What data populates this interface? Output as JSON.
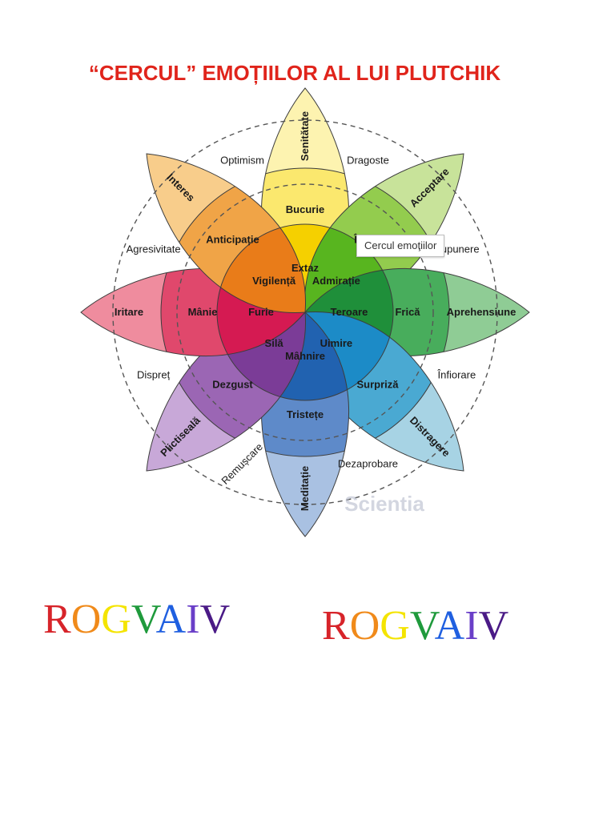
{
  "title": "“CERCUL” EMOȚIILOR AL LUI PLUTCHIK",
  "tooltip": "Cercul emoţiilor",
  "watermark": "Scientia",
  "petals": [
    {
      "angle": 0,
      "color": "#f5d000",
      "light": "#fbe86e",
      "lighter": "#fdf3b0",
      "inner": "Extaz",
      "middle": "Bucurie",
      "outer": "Senitătate"
    },
    {
      "angle": 45,
      "color": "#58b51f",
      "light": "#93cc4e",
      "lighter": "#c8e39a",
      "inner": "Admirație",
      "middle": "Încredere",
      "outer": "Acceptare"
    },
    {
      "angle": 90,
      "color": "#1f8f3a",
      "light": "#48ad5c",
      "lighter": "#8fcc95",
      "inner": "Teroare",
      "middle": "Frică",
      "outer": "Aprehensiune"
    },
    {
      "angle": 135,
      "color": "#1c8bc7",
      "light": "#4aa9d2",
      "lighter": "#a7d3e4",
      "inner": "Uimire",
      "middle": "Surpriză",
      "outer": "Distragere"
    },
    {
      "angle": 180,
      "color": "#2162b0",
      "light": "#5e8ac9",
      "lighter": "#a9c1e2",
      "inner": "Mâhnire",
      "middle": "Tristețe",
      "outer": "Meditație"
    },
    {
      "angle": 225,
      "color": "#7b3c97",
      "light": "#9b66b4",
      "lighter": "#c8a8d8",
      "inner": "Silă",
      "middle": "Dezgust",
      "outer": "Plictiseală"
    },
    {
      "angle": 270,
      "color": "#d51a52",
      "light": "#e0486c",
      "lighter": "#ef8c9e",
      "inner": "Furie",
      "middle": "Mânie",
      "outer": "Iritare"
    },
    {
      "angle": 315,
      "color": "#e97c19",
      "light": "#f0a447",
      "lighter": "#f8cd8b",
      "inner": "Vigilență",
      "middle": "Anticipație",
      "outer": "Interes"
    }
  ],
  "dyads": [
    {
      "angle": 337.5,
      "text": "Optimism"
    },
    {
      "angle": 22.5,
      "text": "Dragoste"
    },
    {
      "angle": 67.5,
      "text": "Supunere"
    },
    {
      "angle": 112.5,
      "text": "Înfiorare"
    },
    {
      "angle": 157.5,
      "text": "Dezaprobare"
    },
    {
      "angle": 202.5,
      "text": "Remușcare"
    },
    {
      "angle": 247.5,
      "text": "Dispreț"
    },
    {
      "angle": 292.5,
      "text": "Agresivitate"
    }
  ],
  "rogvaiv_letters": [
    {
      "ch": "R",
      "color": "#d7242a"
    },
    {
      "ch": "O",
      "color": "#f08a1a"
    },
    {
      "ch": "G",
      "color": "#f4e400"
    },
    {
      "ch": "V",
      "color": "#1f9a3c"
    },
    {
      "ch": "A",
      "color": "#1f5fe0"
    },
    {
      "ch": "I",
      "color": "#6a3fc8"
    },
    {
      "ch": "V",
      "color": "#4a1a86"
    }
  ]
}
